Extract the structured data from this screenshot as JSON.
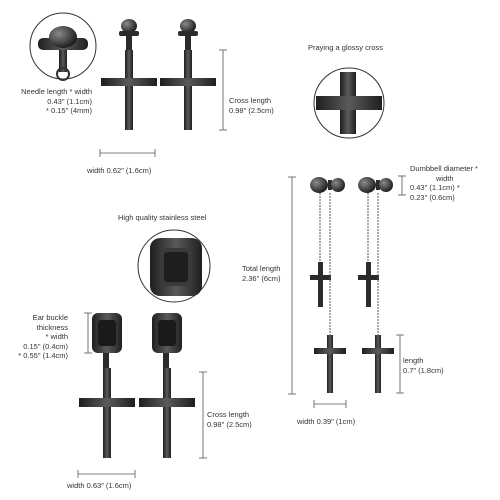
{
  "set1": {
    "needle_label": [
      "Needle length * width",
      "0.43\" (1.1cm)",
      "* 0.15\" (4mm)"
    ],
    "cross_label": [
      "Cross length",
      "0.98\" (2.5cm)"
    ],
    "width_label": "width 0.62\" (1.6cm)"
  },
  "glossy": {
    "label": "Praying a glossy cross"
  },
  "steel": {
    "label": "High quality stainless steel"
  },
  "set2": {
    "buckle_label": [
      "Ear buckle",
      "thickness",
      "* width",
      "0.15\" (0.4cm)",
      "* 0.55\" (1.4cm)"
    ],
    "cross_label": [
      "Cross length",
      "0.98\" (2.5cm)"
    ],
    "width_label": "width 0.63\" (1.6cm)"
  },
  "set3": {
    "dumbbell_label": [
      "Dumbbell diameter *",
      "width",
      "0.43\" (1.1cm) *",
      "0.23\" (0.6cm)"
    ],
    "total_label": [
      "Total length",
      "2.36\" (6cm)"
    ],
    "length_label": [
      "length",
      "0.7\" (1.8cm)"
    ],
    "width_label": "width 0.39\" (1cm)"
  },
  "colors": {
    "metal": "#2b2b2b",
    "metal_highlight": "#6a6a6a",
    "measure": "#555555"
  }
}
